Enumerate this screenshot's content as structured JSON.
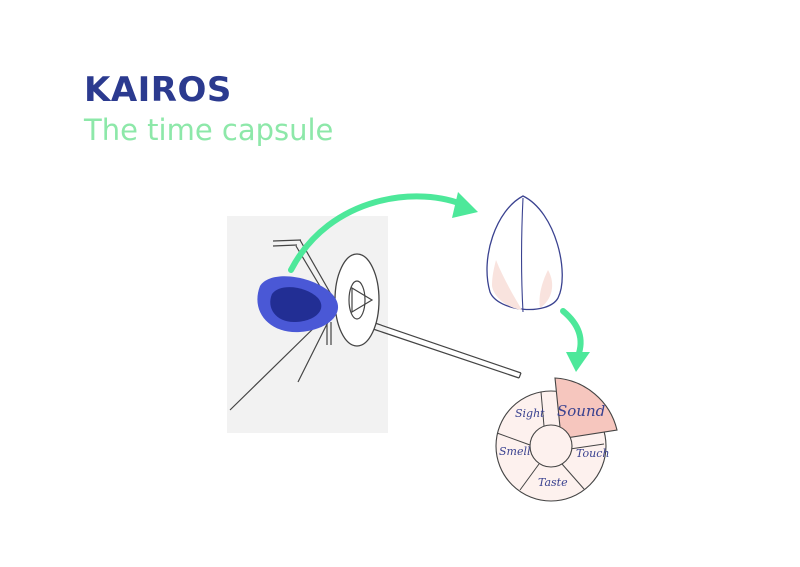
{
  "header": {
    "title": "KAIROS",
    "subtitle": "The time capsule"
  },
  "senses": {
    "sound": "Sound",
    "sight": "Sight",
    "touch": "Touch",
    "smell": "Smell",
    "taste": "Taste",
    "highlighted": "Sound"
  },
  "colors": {
    "title": "#2b3a8f",
    "subtitle": "#8de8a9",
    "arrow": "#4de89a",
    "capsule_blue": "#4a58d6",
    "capsule_dark": "#222e94",
    "highlight": "#f6c6be",
    "panel": "#f2f2f2"
  }
}
